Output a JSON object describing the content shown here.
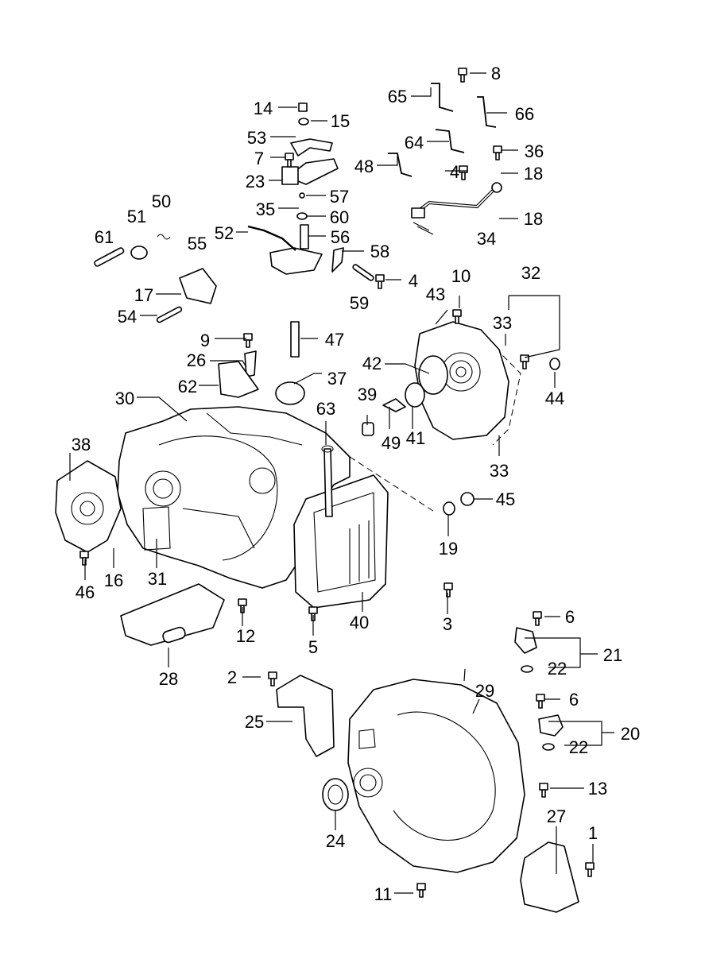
{
  "callouts": [
    {
      "id": "c1",
      "text": "1"
    },
    {
      "id": "c2",
      "text": "2"
    },
    {
      "id": "c3",
      "text": "3"
    },
    {
      "id": "c4a",
      "text": "4"
    },
    {
      "id": "c4b",
      "text": "4"
    },
    {
      "id": "c5",
      "text": "5"
    },
    {
      "id": "c6a",
      "text": "6"
    },
    {
      "id": "c6b",
      "text": "6"
    },
    {
      "id": "c7",
      "text": "7"
    },
    {
      "id": "c8",
      "text": "8"
    },
    {
      "id": "c9",
      "text": "9"
    },
    {
      "id": "c10",
      "text": "10"
    },
    {
      "id": "c11",
      "text": "11"
    },
    {
      "id": "c12",
      "text": "12"
    },
    {
      "id": "c13",
      "text": "13"
    },
    {
      "id": "c14",
      "text": "14"
    },
    {
      "id": "c15",
      "text": "15"
    },
    {
      "id": "c16",
      "text": "16"
    },
    {
      "id": "c17",
      "text": "17"
    },
    {
      "id": "c18a",
      "text": "18"
    },
    {
      "id": "c18b",
      "text": "18"
    },
    {
      "id": "c19",
      "text": "19"
    },
    {
      "id": "c20",
      "text": "20"
    },
    {
      "id": "c21",
      "text": "21"
    },
    {
      "id": "c22a",
      "text": "22"
    },
    {
      "id": "c22b",
      "text": "22"
    },
    {
      "id": "c23",
      "text": "23"
    },
    {
      "id": "c24",
      "text": "24"
    },
    {
      "id": "c25",
      "text": "25"
    },
    {
      "id": "c26",
      "text": "26"
    },
    {
      "id": "c27",
      "text": "27"
    },
    {
      "id": "c28",
      "text": "28"
    },
    {
      "id": "c29",
      "text": "29"
    },
    {
      "id": "c30",
      "text": "30"
    },
    {
      "id": "c31",
      "text": "31"
    },
    {
      "id": "c32",
      "text": "32"
    },
    {
      "id": "c33a",
      "text": "33"
    },
    {
      "id": "c33b",
      "text": "33"
    },
    {
      "id": "c34",
      "text": "34"
    },
    {
      "id": "c35",
      "text": "35"
    },
    {
      "id": "c36",
      "text": "36"
    },
    {
      "id": "c37",
      "text": "37"
    },
    {
      "id": "c38",
      "text": "38"
    },
    {
      "id": "c39",
      "text": "39"
    },
    {
      "id": "c40",
      "text": "40"
    },
    {
      "id": "c41",
      "text": "41"
    },
    {
      "id": "c42",
      "text": "42"
    },
    {
      "id": "c43",
      "text": "43"
    },
    {
      "id": "c44",
      "text": "44"
    },
    {
      "id": "c45",
      "text": "45"
    },
    {
      "id": "c46",
      "text": "46"
    },
    {
      "id": "c47",
      "text": "47"
    },
    {
      "id": "c48",
      "text": "48"
    },
    {
      "id": "c49",
      "text": "49"
    },
    {
      "id": "c50",
      "text": "50"
    },
    {
      "id": "c51",
      "text": "51"
    },
    {
      "id": "c52",
      "text": "52"
    },
    {
      "id": "c53",
      "text": "53"
    },
    {
      "id": "c54",
      "text": "54"
    },
    {
      "id": "c55",
      "text": "55"
    },
    {
      "id": "c56",
      "text": "56"
    },
    {
      "id": "c57",
      "text": "57"
    },
    {
      "id": "c58",
      "text": "58"
    },
    {
      "id": "c59",
      "text": "59"
    },
    {
      "id": "c60",
      "text": "60"
    },
    {
      "id": "c61",
      "text": "61"
    },
    {
      "id": "c62",
      "text": "62"
    },
    {
      "id": "c63",
      "text": "63"
    },
    {
      "id": "c64",
      "text": "64"
    },
    {
      "id": "c65",
      "text": "65"
    },
    {
      "id": "c66",
      "text": "66"
    }
  ]
}
